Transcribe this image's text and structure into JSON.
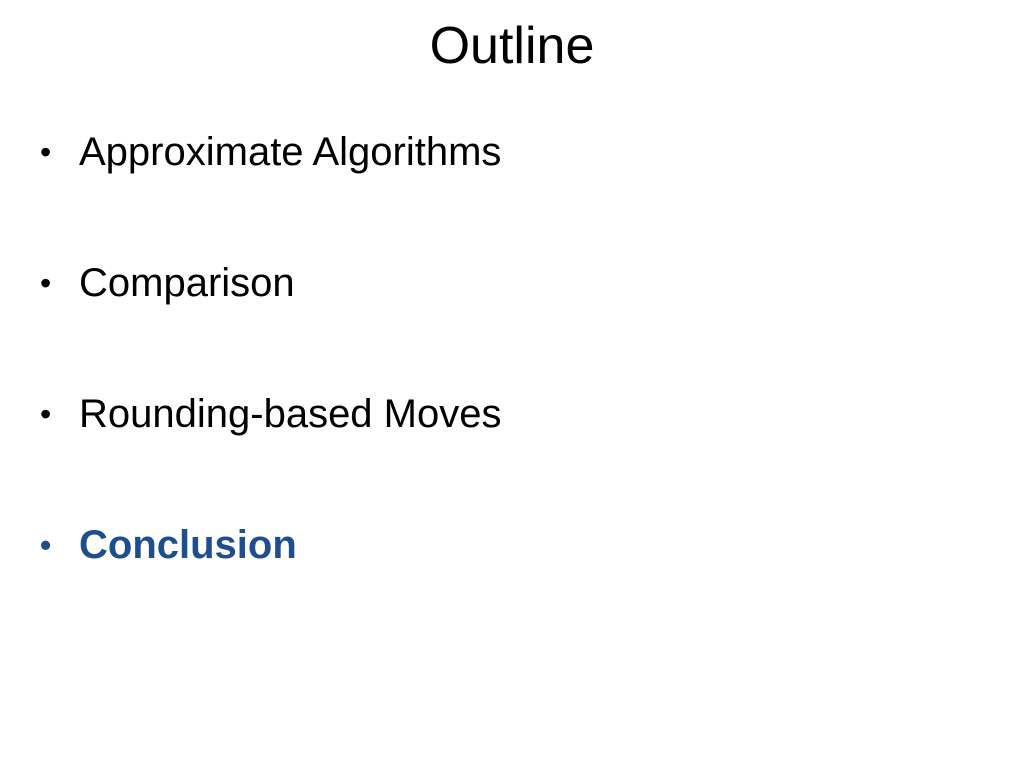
{
  "slide": {
    "title": "Outline",
    "bullet_symbol": "•",
    "active_color": "#1f4e8c",
    "items": [
      {
        "label": "Approximate Algorithms"
      },
      {
        "label": "Comparison"
      },
      {
        "label": "Rounding-based Moves"
      },
      {
        "label": "Conclusion",
        "highlighted": true
      }
    ]
  }
}
